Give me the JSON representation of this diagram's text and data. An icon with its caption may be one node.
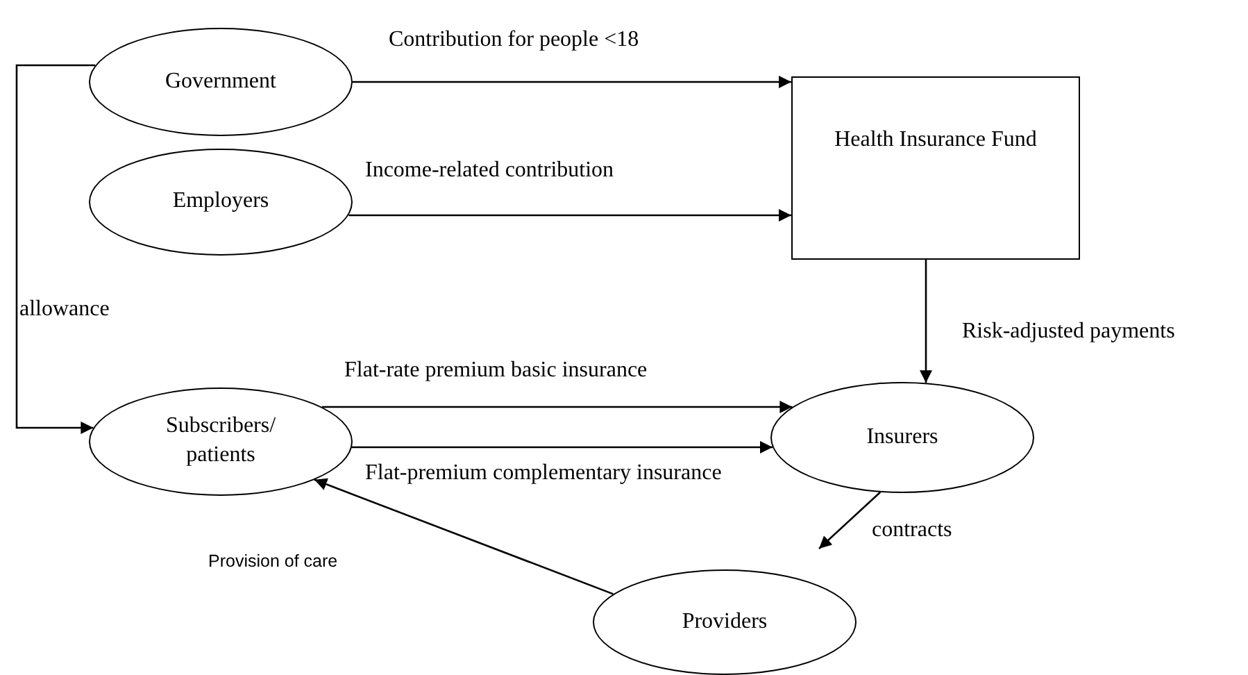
{
  "diagram": {
    "nodes": [
      {
        "text": [
          "Government"
        ]
      },
      {
        "text": [
          "Employers"
        ]
      },
      {
        "text": [
          "Health Insurance Fund"
        ]
      },
      {
        "text": [
          "Subscribers/ patients"
        ]
      },
      {
        "text": [
          "Insurers"
        ]
      },
      {
        "text": [
          "Providers"
        ]
      }
    ],
    "edges": [
      {
        "from": 0,
        "to": 2,
        "arrow": "to",
        "label": "Contribution for people <18"
      },
      {
        "from": 1,
        "to": 2,
        "arrow": "to",
        "label": "Income-related contribution"
      },
      {
        "from": 2,
        "to": 4,
        "arrow": "to",
        "label": "Risk-adjusted payments"
      },
      {
        "from": 3,
        "to": 4,
        "arrow": "to",
        "label": "Flat-rate premium basic insurance"
      },
      {
        "from": 3,
        "to": 4,
        "arrow": "to",
        "label": "Flat-premium complementary insurance"
      },
      {
        "from": 4,
        "to": 5,
        "arrow": "to",
        "label": "contracts"
      },
      {
        "from": 5,
        "to": 3,
        "arrow": "to",
        "label": "Provision of care"
      },
      {
        "from": 0,
        "to": 3,
        "arrow": "to",
        "label": "allowance"
      }
    ]
  }
}
